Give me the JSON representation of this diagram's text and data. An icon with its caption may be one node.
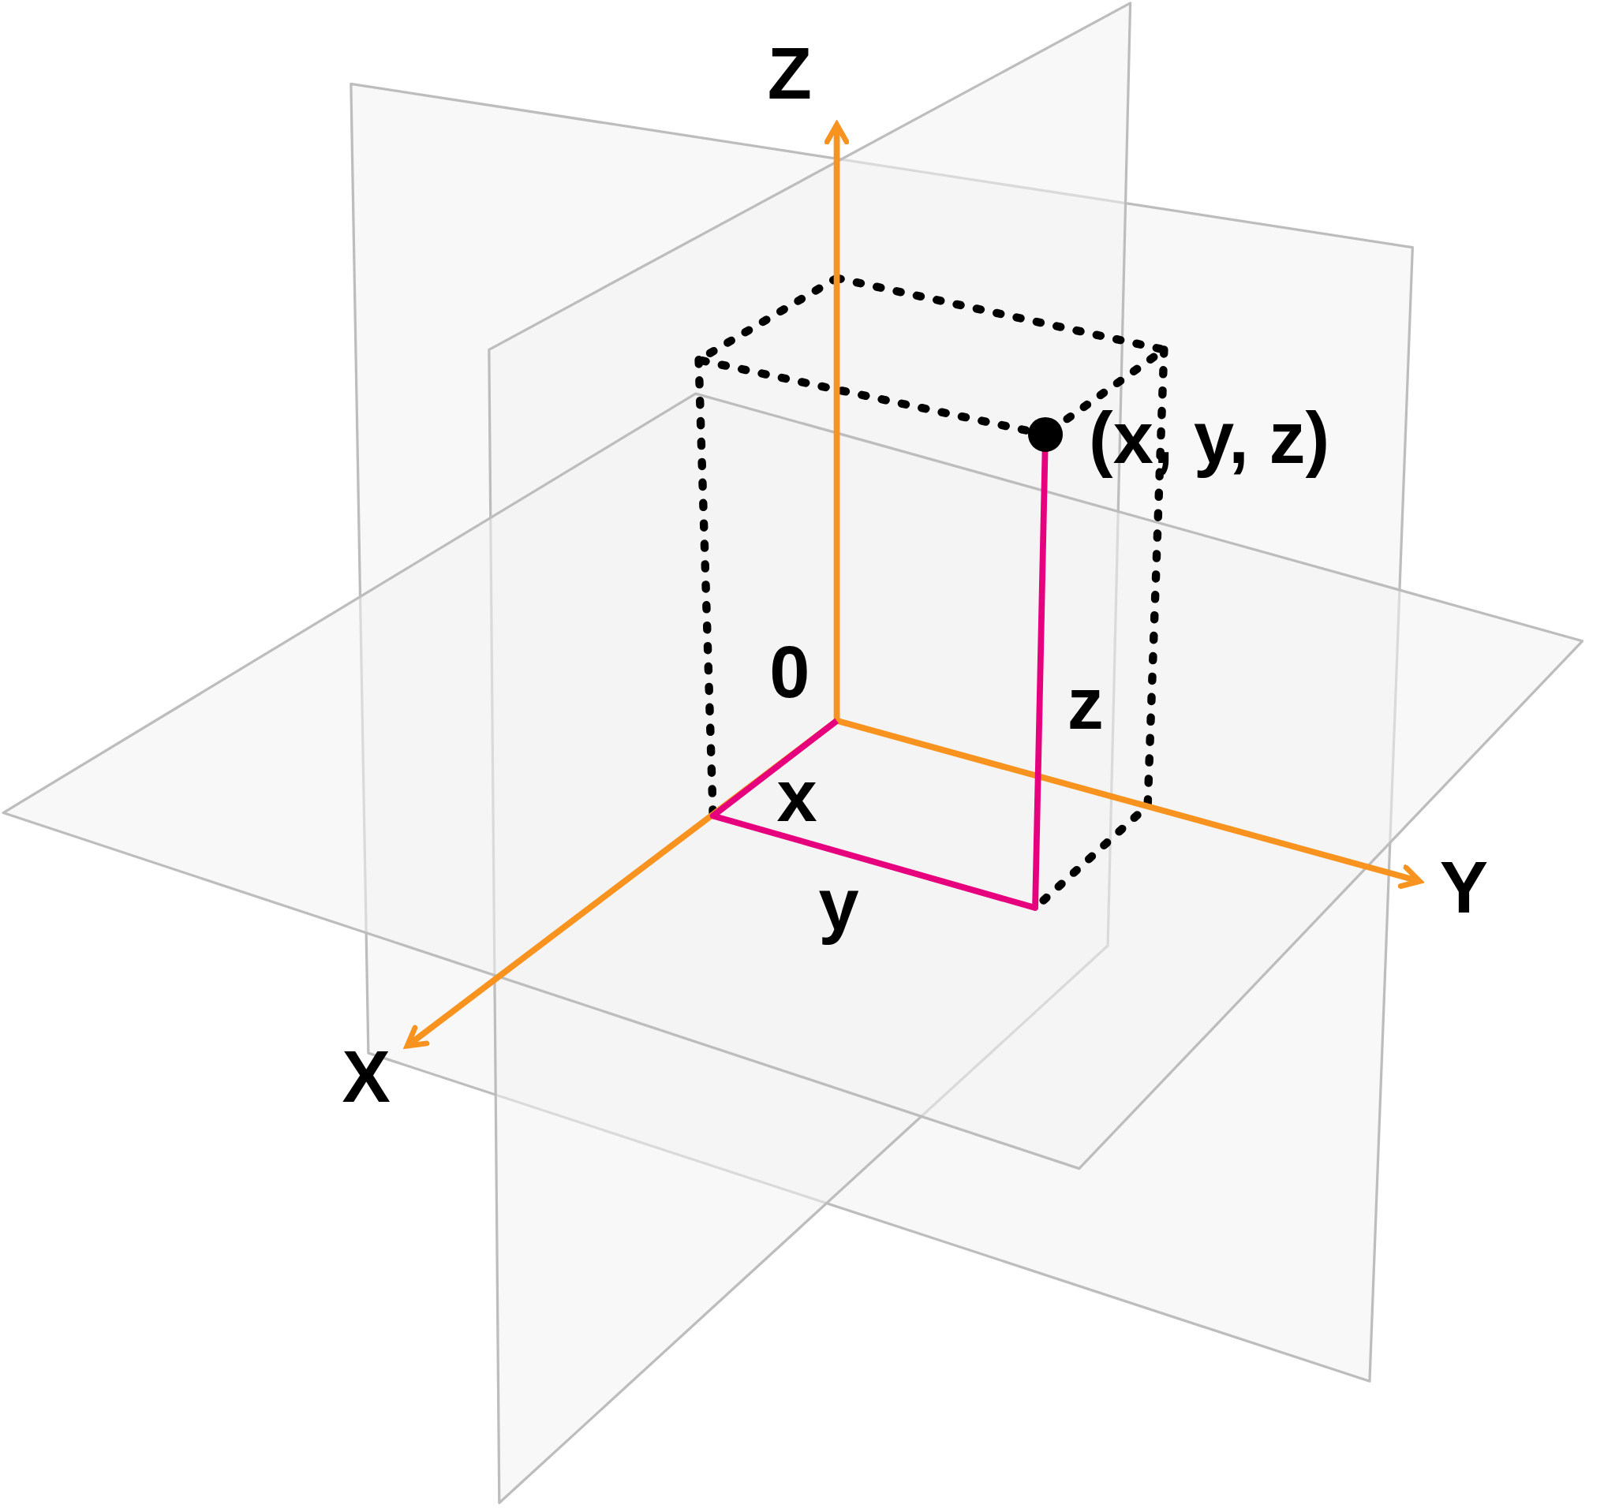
{
  "diagram": {
    "labels": [
      "Z",
      "(x, y, z)",
      "0",
      "z",
      "x",
      "Y",
      "y",
      "X"
    ]
  }
}
